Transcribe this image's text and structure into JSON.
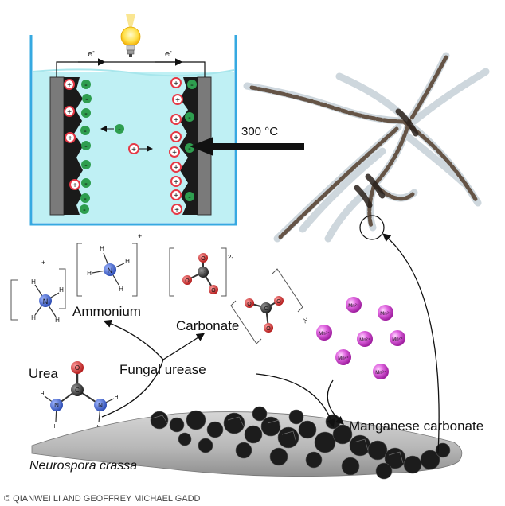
{
  "battery": {
    "electron_left": "e",
    "electron_right": "e",
    "electron_sup": "-",
    "temperature": "300 °C"
  },
  "labels": {
    "ammonium": "Ammonium",
    "carbonate": "Carbonate",
    "urea": "Urea",
    "fungal_urease": "Fungal urease",
    "manganese_carbonate": "Manganese carbonate",
    "organism": "Neurospora crassa"
  },
  "ions": {
    "plus": "+",
    "minus": "-",
    "two_minus": "2-",
    "mn": "Mn²⁺"
  },
  "atoms": {
    "nitrogen": "N",
    "hydrogen": "H",
    "carbon": "C",
    "oxygen": "O"
  },
  "credit": "© QIANWEI LI AND GEOFFREY MICHAEL GADD",
  "colors": {
    "electrolyte": "#bff0f4",
    "container": "#36a9e1",
    "electrode_gray": "#6e6e6e",
    "cation": "#e63946",
    "anion": "#2e9e4f",
    "nitrogen": "#3a5fcf",
    "oxygen": "#d62828",
    "carbon": "#333333",
    "manganese": "#d23fd2",
    "hypha": "#bdbdbd"
  }
}
